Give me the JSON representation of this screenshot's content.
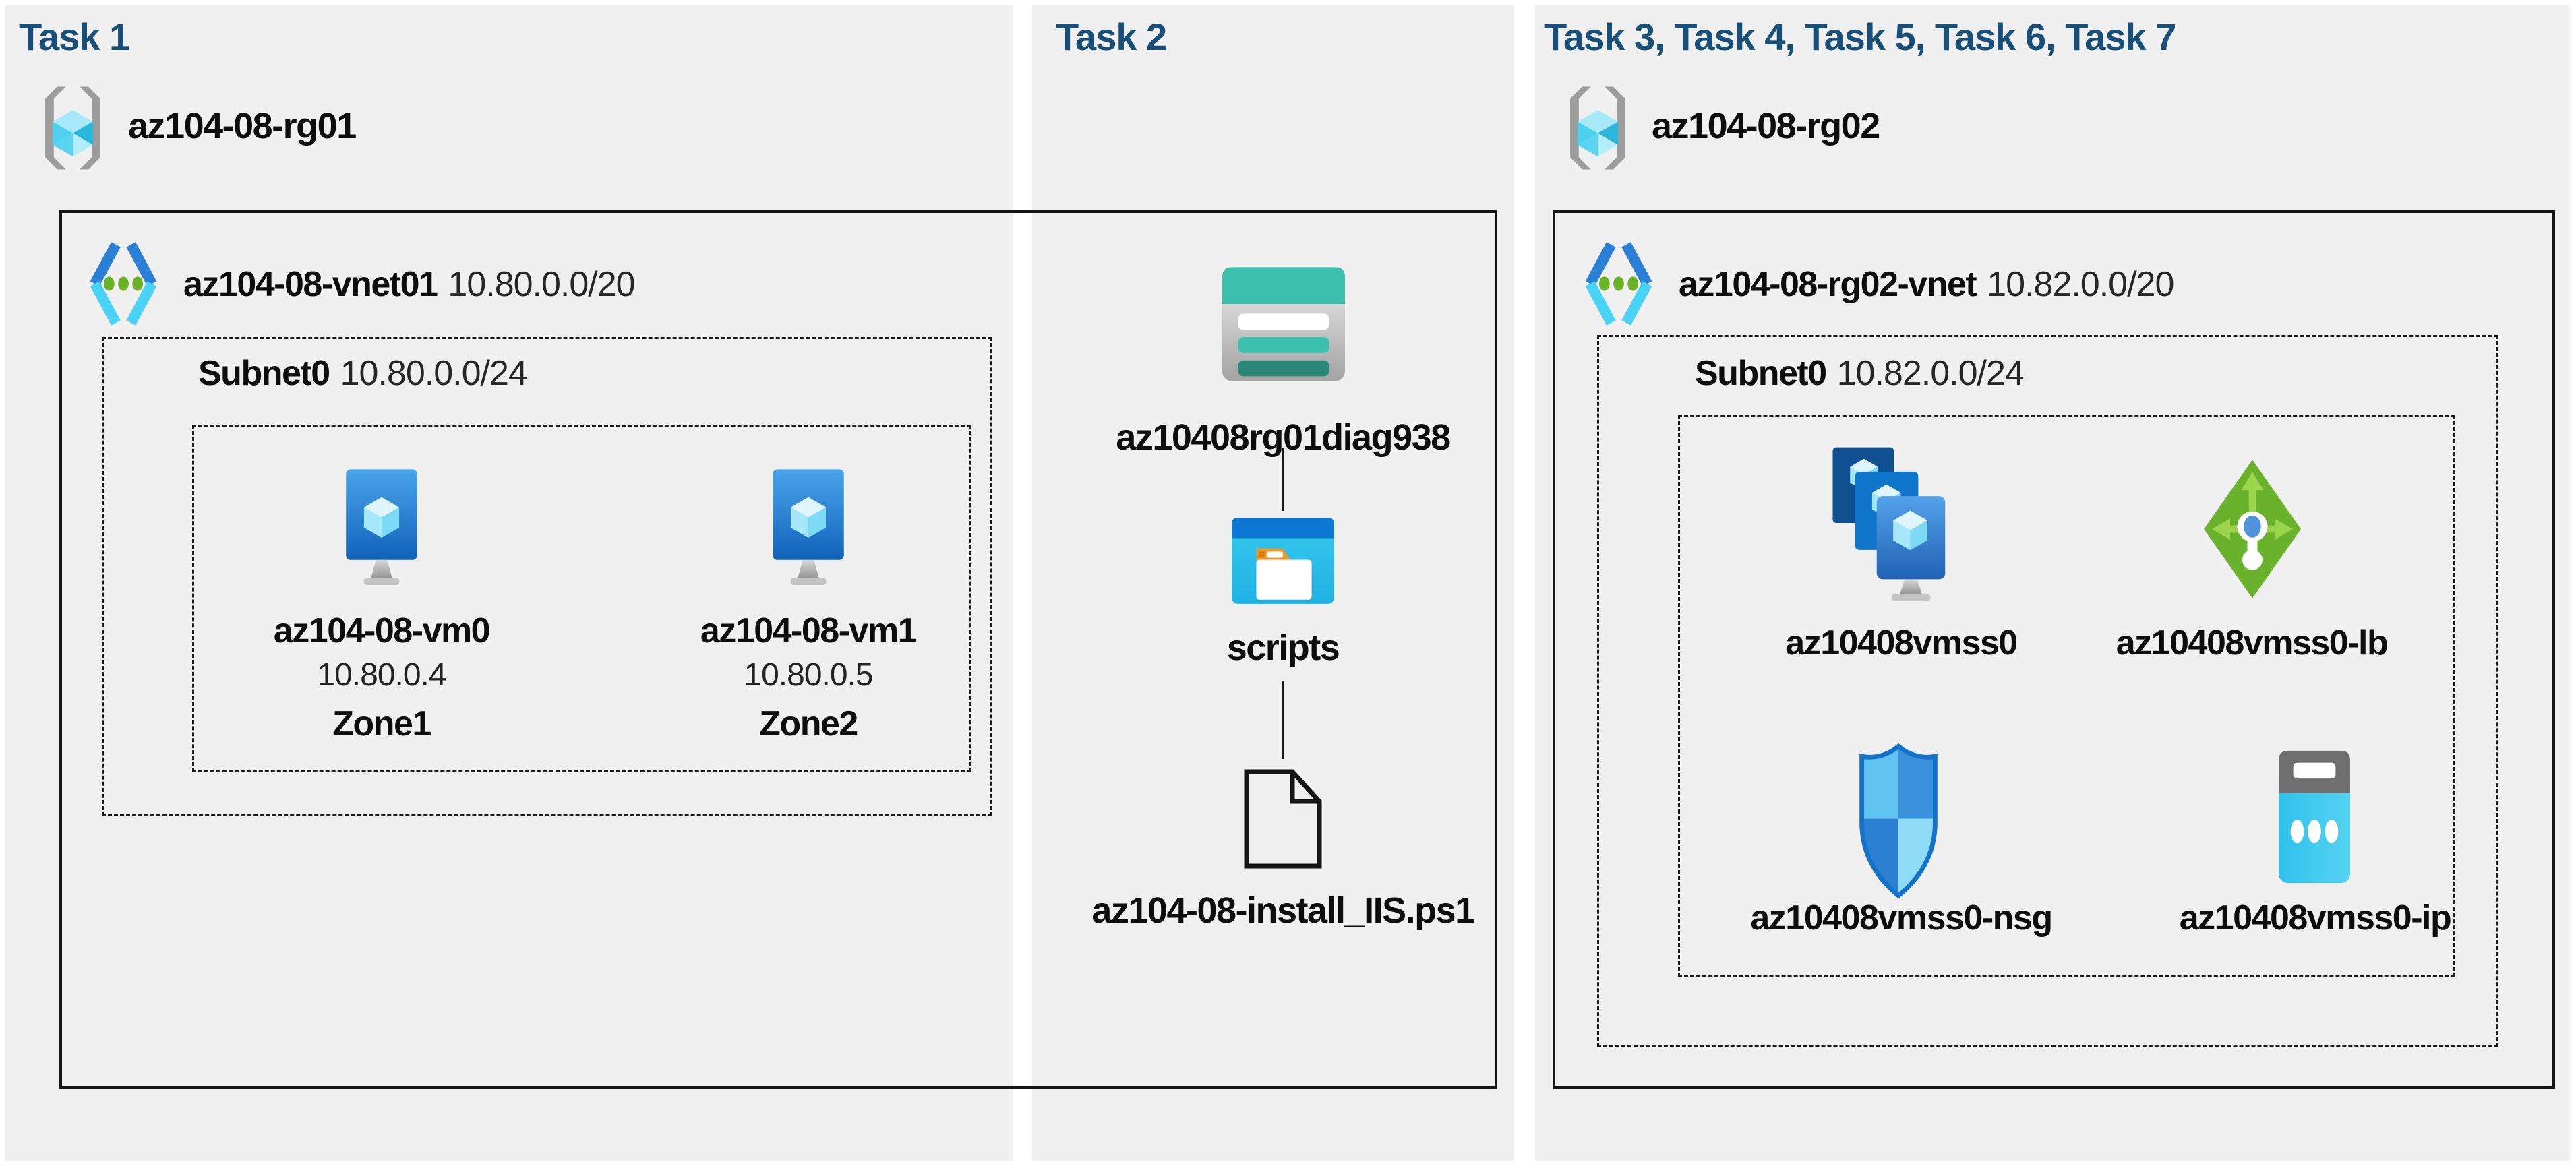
{
  "colors": {
    "heading": "#174F78",
    "panel_background": "#F0F0F0",
    "page_background": "#FFFFFF",
    "box_border": "#151515",
    "azure_blue": "#2E86D6",
    "azure_cyan": "#4AD4F7",
    "storage_teal": "#3CBFAC",
    "storage_teal_dark": "#2B8778",
    "load_balancer_green": "#69B32C",
    "folder_tab_orange": "#F2992E"
  },
  "task1": {
    "heading": "Task 1",
    "resource_group": {
      "name": "az104-08-rg01",
      "icon": "resource-group-icon"
    },
    "vnet": {
      "name": "az104-08-vnet01",
      "cidr": "10.80.0.0/20",
      "icon": "virtual-network-icon"
    },
    "subnet": {
      "name": "Subnet0",
      "cidr": "10.80.0.0/24",
      "vms": [
        {
          "name": "az104-08-vm0",
          "ip": "10.80.0.4",
          "zone": "Zone1",
          "icon": "virtual-machine-icon"
        },
        {
          "name": "az104-08-vm1",
          "ip": "10.80.0.5",
          "zone": "Zone2",
          "icon": "virtual-machine-icon"
        }
      ]
    }
  },
  "task2": {
    "heading": "Task 2",
    "storage_account": {
      "name": "az10408rg01diag938",
      "icon": "storage-account-icon"
    },
    "container": {
      "name": "scripts",
      "icon": "blob-container-icon"
    },
    "script_file": {
      "name": "az104-08-install_IIS.ps1",
      "icon": "file-icon"
    }
  },
  "task3": {
    "heading": "Task 3, Task 4, Task 5, Task 6, Task 7",
    "resource_group": {
      "name": "az104-08-rg02",
      "icon": "resource-group-icon"
    },
    "vnet": {
      "name": "az104-08-rg02-vnet",
      "cidr": "10.82.0.0/20",
      "icon": "virtual-network-icon"
    },
    "subnet": {
      "name": "Subnet0",
      "cidr": "10.82.0.0/24",
      "resources": [
        {
          "name": "az10408vmss0",
          "icon": "vm-scale-set-icon"
        },
        {
          "name": "az10408vmss0-lb",
          "icon": "load-balancer-icon"
        },
        {
          "name": "az10408vmss0-nsg",
          "icon": "network-security-group-icon"
        },
        {
          "name": "az10408vmss0-ip",
          "icon": "public-ip-icon"
        }
      ]
    }
  }
}
